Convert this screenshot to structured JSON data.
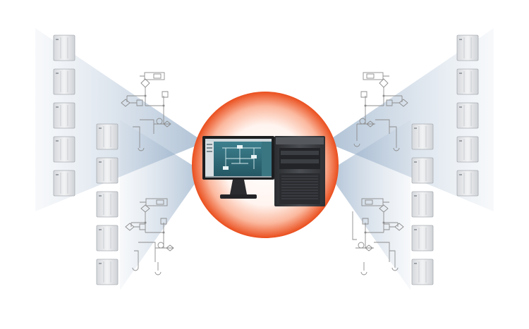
{
  "diagram": {
    "type": "network-diagram",
    "center": {
      "label": "",
      "icon": "workstation-icon"
    },
    "groups": [
      {
        "name": "left-outer-column",
        "device_count": 5
      },
      {
        "name": "left-inner-column",
        "device_count": 5
      },
      {
        "name": "right-inner-column",
        "device_count": 5
      },
      {
        "name": "right-outer-column",
        "device_count": 5
      }
    ]
  },
  "colors": {
    "background": "#ffffff",
    "beam": "#9fb6cf",
    "glow_outer": "#f05a28",
    "glow_inner": "#ffffff",
    "device": "#e6e7e9",
    "schematic": "#8d8d8d",
    "screen": "#2f6e7c",
    "tower": "#3a3c40"
  }
}
